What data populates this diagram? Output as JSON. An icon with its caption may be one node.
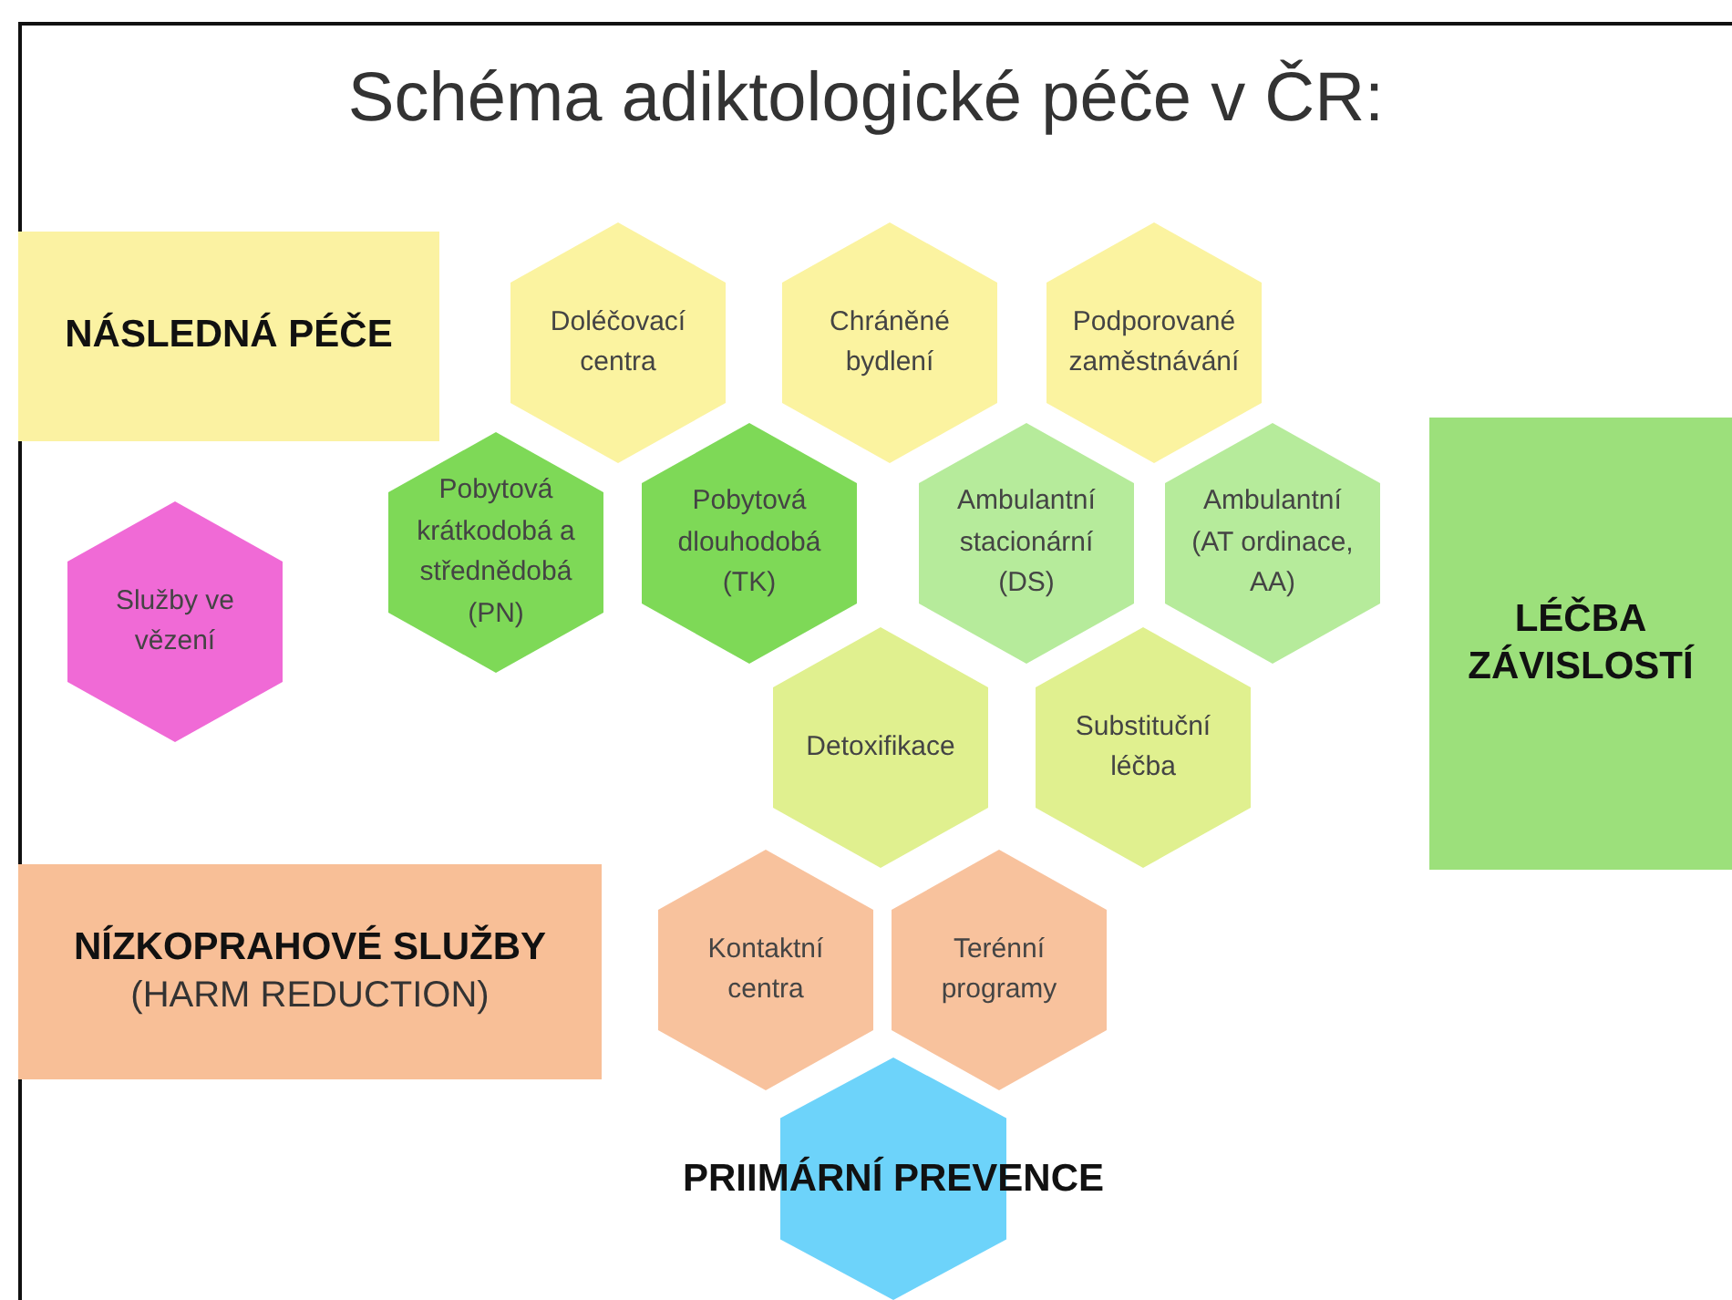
{
  "diagram": {
    "title": "Schéma adiktologické péče v ČR:",
    "nodes": [
      {
        "text": [
          "NÁSLEDNÁ PÉČE"
        ]
      },
      {
        "text": [
          "Doléčovací centra"
        ]
      },
      {
        "text": [
          "Chráněné bydlení"
        ]
      },
      {
        "text": [
          "Podporované zaměstnávání"
        ]
      },
      {
        "text": [
          "Služby ve vězení"
        ]
      },
      {
        "text": [
          "Pobytová krátkodobá a střednědobá (PN)"
        ]
      },
      {
        "text": [
          "Pobytová dlouhodobá (TK)"
        ]
      },
      {
        "text": [
          "Ambulantní stacionární (DS)"
        ]
      },
      {
        "text": [
          "Ambulantní (AT ordinace, AA)"
        ]
      },
      {
        "text": [
          "LÉČBA ZÁVISLOSTÍ"
        ]
      },
      {
        "text": [
          "Detoxifikace"
        ]
      },
      {
        "text": [
          "Substituční léčba"
        ]
      },
      {
        "text": [
          "NÍZKOPRAHOVÉ SLUŽBY",
          "(HARM REDUCTION)"
        ]
      },
      {
        "text": [
          "Kontaktní centra"
        ]
      },
      {
        "text": [
          "Terénní programy"
        ]
      },
      {
        "text": [
          "PRIIMÁRNÍ PREVENCE"
        ]
      }
    ]
  }
}
